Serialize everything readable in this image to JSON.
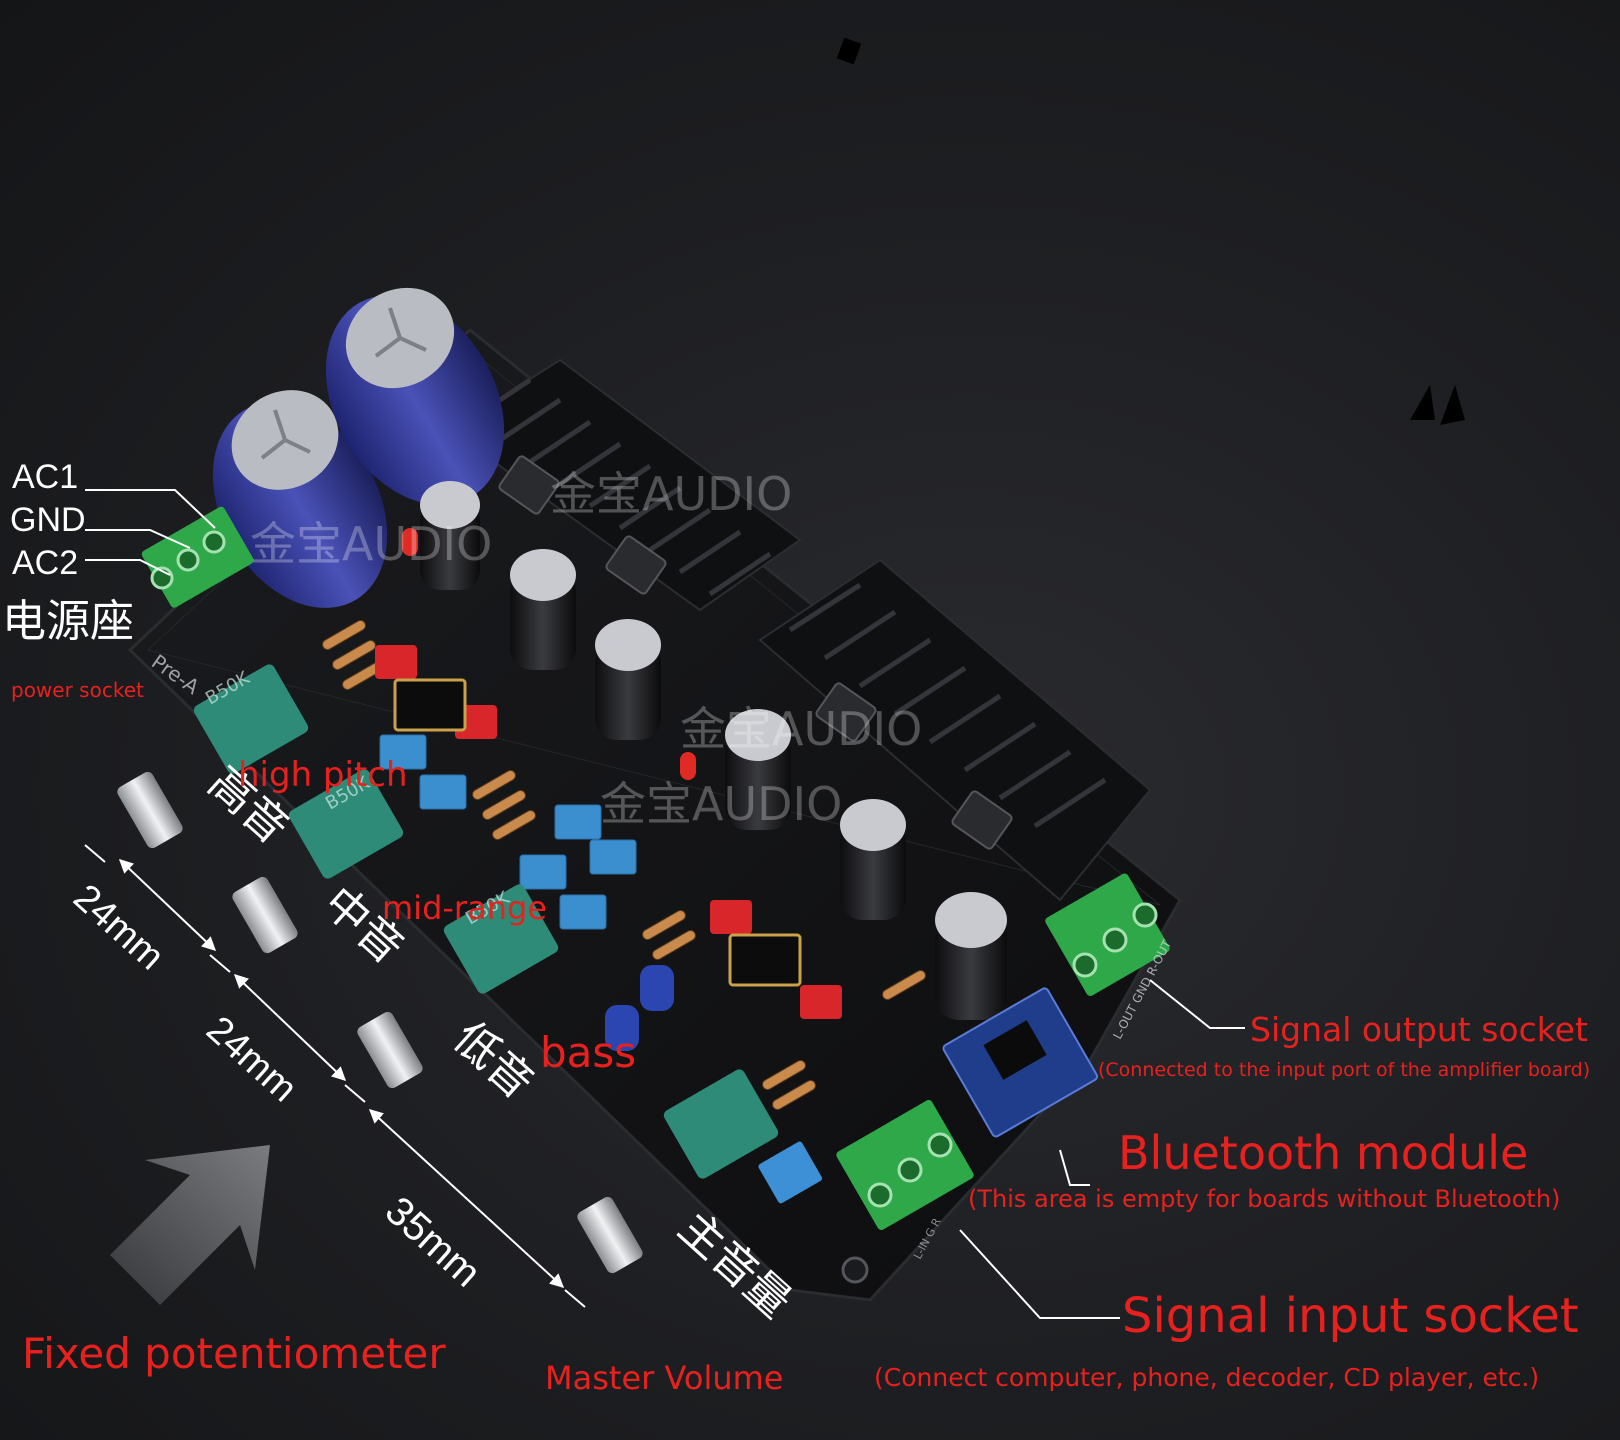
{
  "labels": {
    "ac1": "AC1",
    "gnd": "GND",
    "ac2": "AC2",
    "power_cn": "电源座",
    "power_en": "power socket",
    "high_pitch": "high pitch",
    "treble_cn": "高音",
    "mid_range": "mid-range",
    "mid_cn": "中音",
    "bass": "bass",
    "bass_cn": "低音",
    "master_cn": "主音量",
    "master_volume": "Master Volume",
    "fixed_pot": "Fixed potentiometer",
    "dim_1": "24mm",
    "dim_2": "24mm",
    "dim_3": "35mm",
    "signal_output": "Signal output socket",
    "signal_output_note": "(Connected to the input port of the amplifier board)",
    "bluetooth": "Bluetooth module",
    "bluetooth_note": "(This area is empty for boards without Bluetooth)",
    "signal_input": "Signal input socket",
    "signal_input_note": "(Connect computer, phone, decoder, CD player, etc.)"
  },
  "board": {
    "watermark_1": "金宝AUDIO",
    "watermark_2": "金宝AUDIO",
    "watermark_3": "金宝AUDIO",
    "watermark_4": "金宝AUDIO",
    "pot_marking_1": "B50K",
    "pot_marking_2": "B50K",
    "pot_marking_3": "B50K",
    "silk_preamp": "Pre-A",
    "silk_out": "L-OUT GND R-OUT",
    "silk_in": "L-IN G R"
  },
  "colors": {
    "label_red": "#e8211f",
    "label_white": "#ffffff",
    "terminal_green": "#2fa84a",
    "pot_teal": "#2e8b78",
    "cap_blue": "#2f3590",
    "pcb_black": "#111214"
  }
}
